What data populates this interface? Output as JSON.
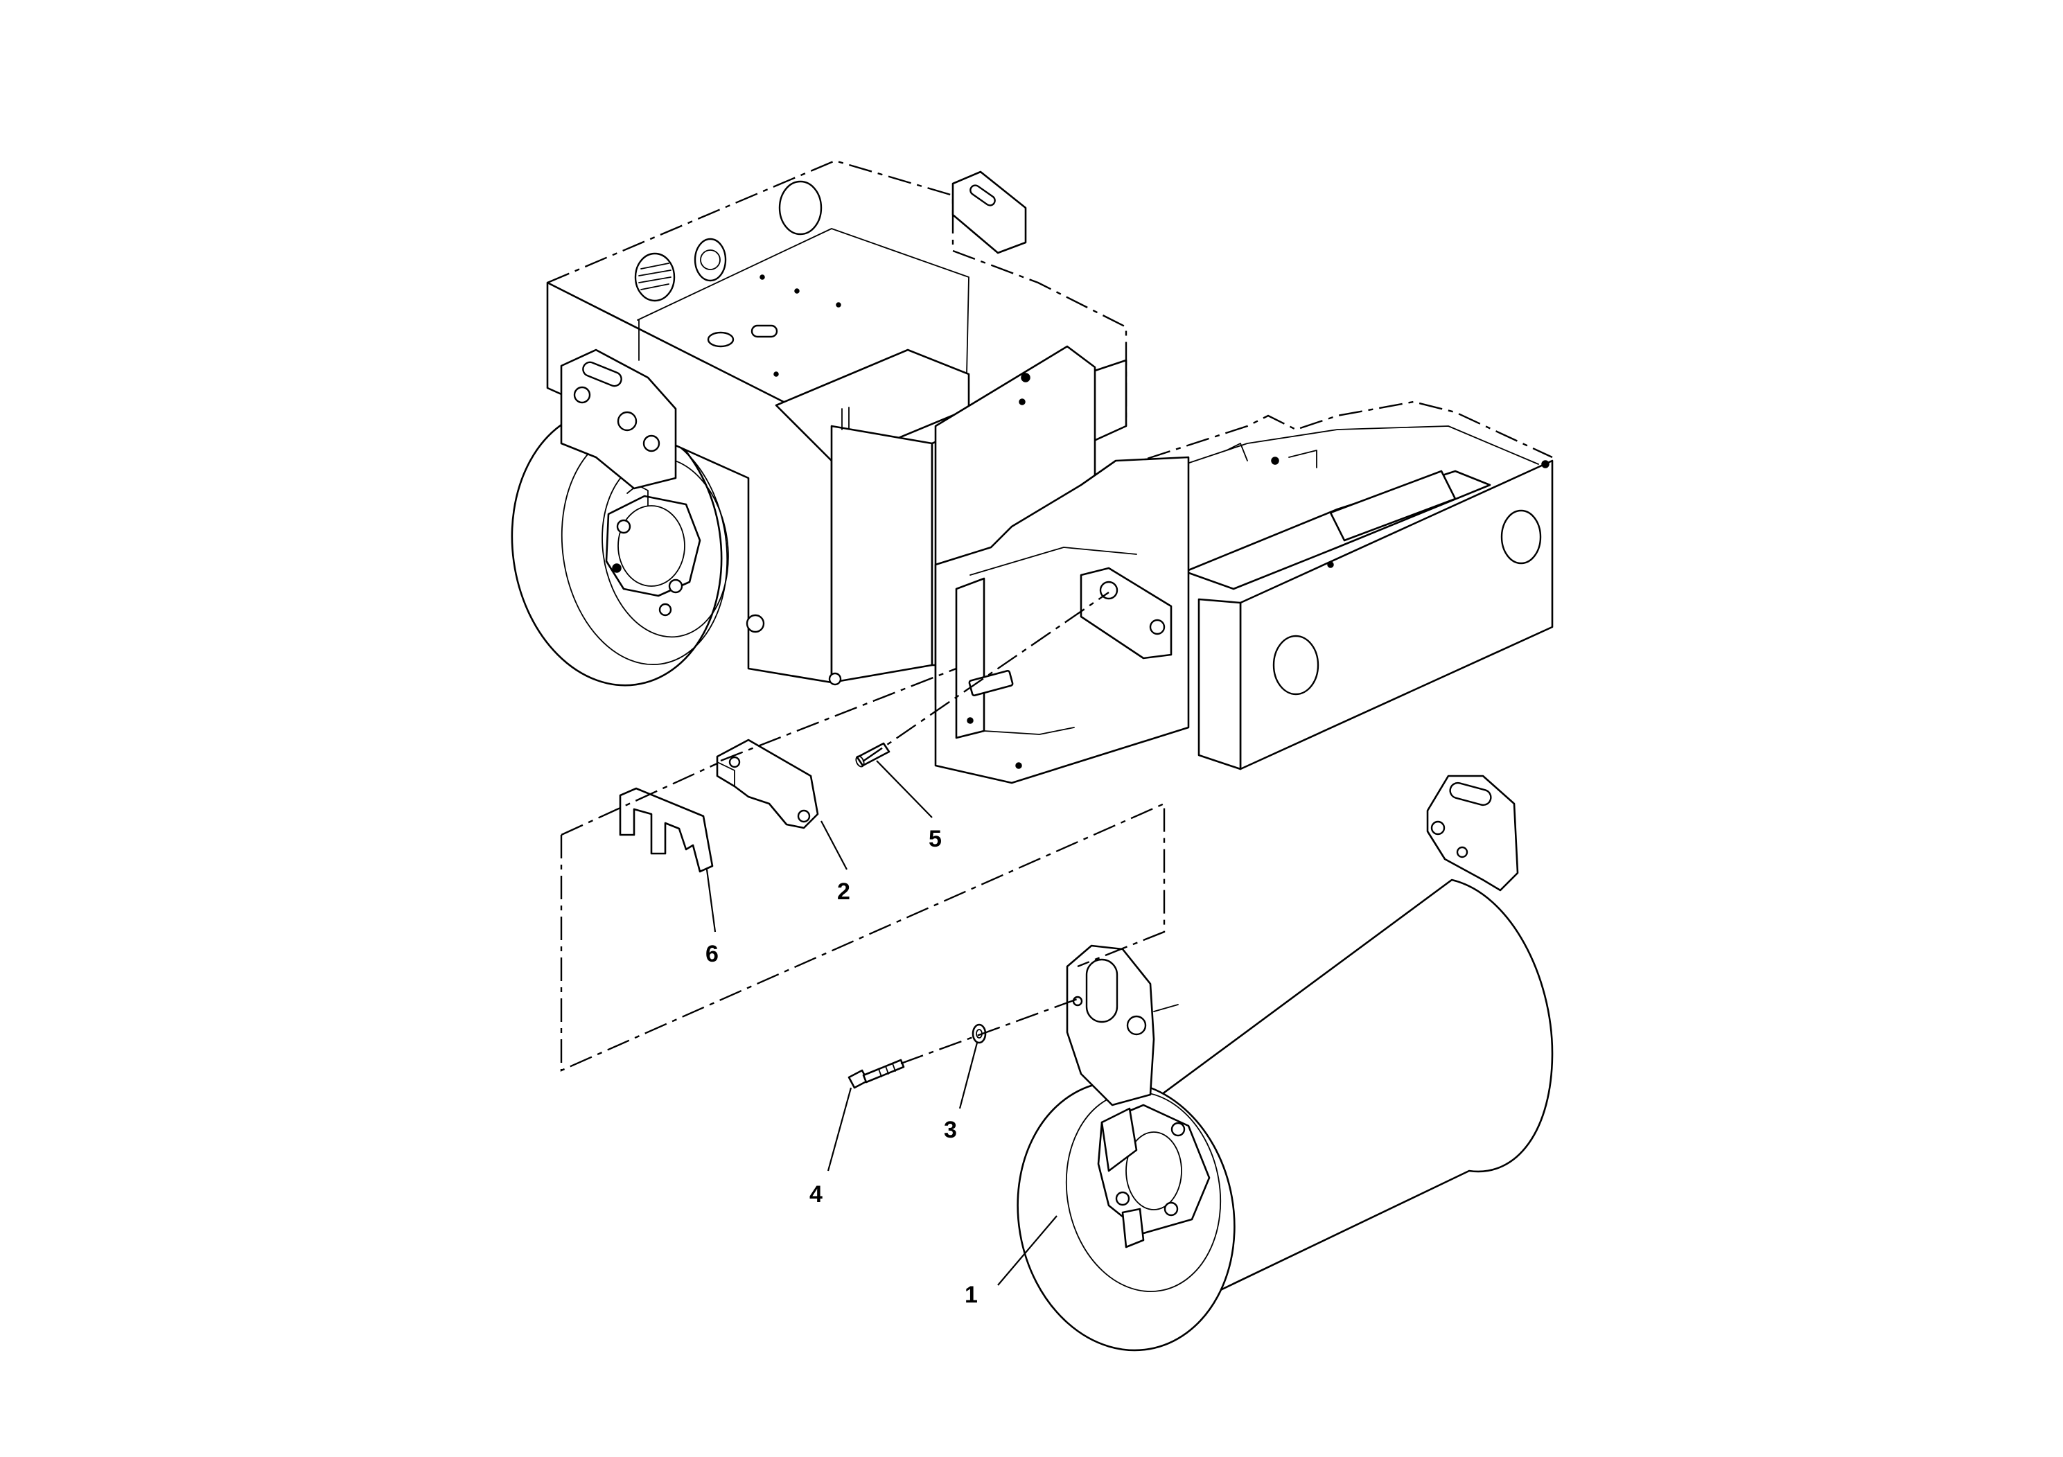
{
  "diagram": {
    "type": "exploded-parts-drawing",
    "callouts": [
      {
        "id": "1",
        "label": "1",
        "part": "drum"
      },
      {
        "id": "2",
        "label": "2",
        "part": "bracket"
      },
      {
        "id": "3",
        "label": "3",
        "part": "washer"
      },
      {
        "id": "4",
        "label": "4",
        "part": "bolt"
      },
      {
        "id": "5",
        "label": "5",
        "part": "pin"
      },
      {
        "id": "6",
        "label": "6",
        "part": "shim-plate"
      }
    ],
    "line_color": "#000000",
    "background_color": "#ffffff"
  }
}
